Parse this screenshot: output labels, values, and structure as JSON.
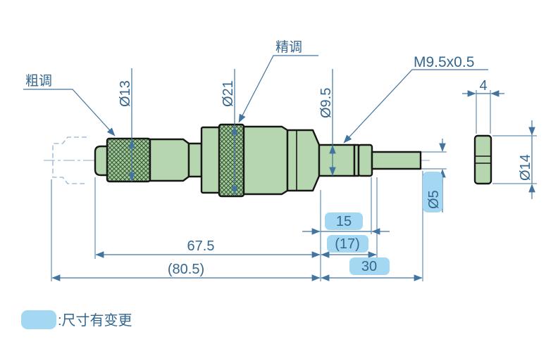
{
  "drawing": {
    "labels": {
      "coarse_adjust": "粗调",
      "fine_adjust": "精调",
      "thread_spec": "M9.5x0.5"
    },
    "diameters": {
      "coarse_knob": "Ø13",
      "fine_knob": "Ø21",
      "stem": "Ø9.5",
      "spindle": "Ø5",
      "nut": "Ø14"
    },
    "lengths": {
      "nut_width": "4",
      "stem_length": "15",
      "stem_length_ref": "(17)",
      "spindle_length": "30",
      "body_length": "67.5",
      "total_length_ref": "(80.5)"
    },
    "highlighted_values": [
      "15",
      "(17)",
      "30",
      "Ø5"
    ],
    "legend": {
      "note": ":尺寸有变更"
    },
    "colors": {
      "part_fill": "#b5d6ae",
      "knurl_base": "#a6cc9e",
      "highlight_blue": "#a4d7f1",
      "dim_blue": "#41749f",
      "outline_black": "#161616"
    }
  }
}
